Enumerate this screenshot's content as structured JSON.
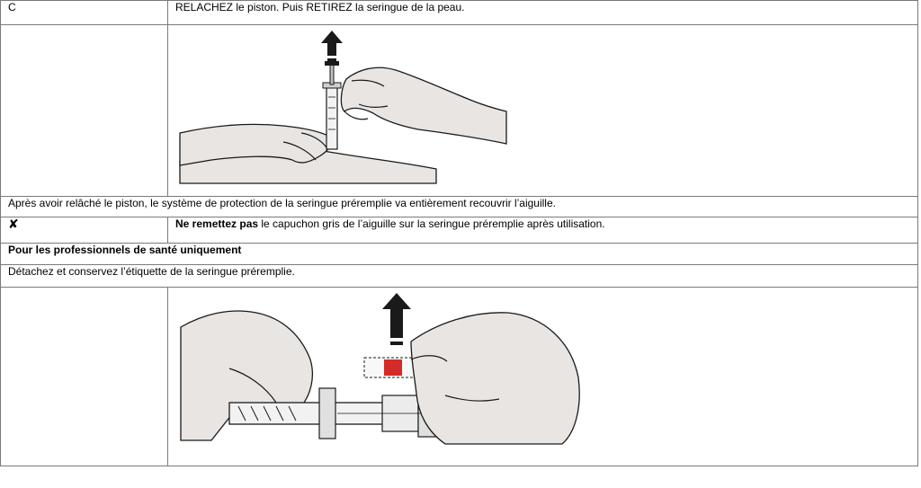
{
  "step": {
    "letter": "C",
    "instruction": "RELACHEZ le piston. Puis RETIREZ la seringue de la peau."
  },
  "note_after_release": "Après avoir relâché le piston, le système de protection de la seringue préremplie va entièrement recouvrir l’aiguille.",
  "warning": {
    "icon": "cross-mark-icon",
    "symbol": "✘",
    "bold": "Ne remettez pas",
    "rest": " le capuchon gris de l’aiguille sur la seringue préremplie après utilisation."
  },
  "professionals": {
    "heading": "Pour les professionnels de santé uniquement",
    "instruction": "Détachez et conservez l’étiquette de la seringue préremplie."
  },
  "colors": {
    "border": "#7a7a7a",
    "line": "#1a1a1a",
    "skin": "#e8e5e3",
    "arrow": "#1a1a1a",
    "label_red": "#d42a2a"
  }
}
